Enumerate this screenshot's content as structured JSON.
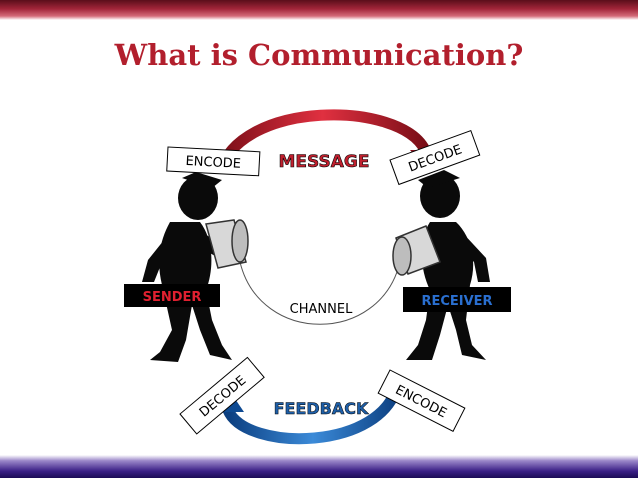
{
  "slide": {
    "title": "What is Communication?"
  },
  "diagram": {
    "labels": {
      "message": "MESSAGE",
      "feedback": "FEEDBACK",
      "channel": "CHANNEL",
      "sender": "SENDER",
      "receiver": "RECEIVER",
      "encode_top": "ENCODE",
      "decode_top": "DECODE",
      "decode_bottom": "DECODE",
      "encode_bottom": "ENCODE"
    },
    "colors": {
      "title": "#b21f2d",
      "message_arrow": "#c0202e",
      "feedback_arrow": "#1e5fa8",
      "sender_text": "#e02030",
      "receiver_text": "#2a6fd0",
      "label_box_bg": "#000000"
    }
  }
}
